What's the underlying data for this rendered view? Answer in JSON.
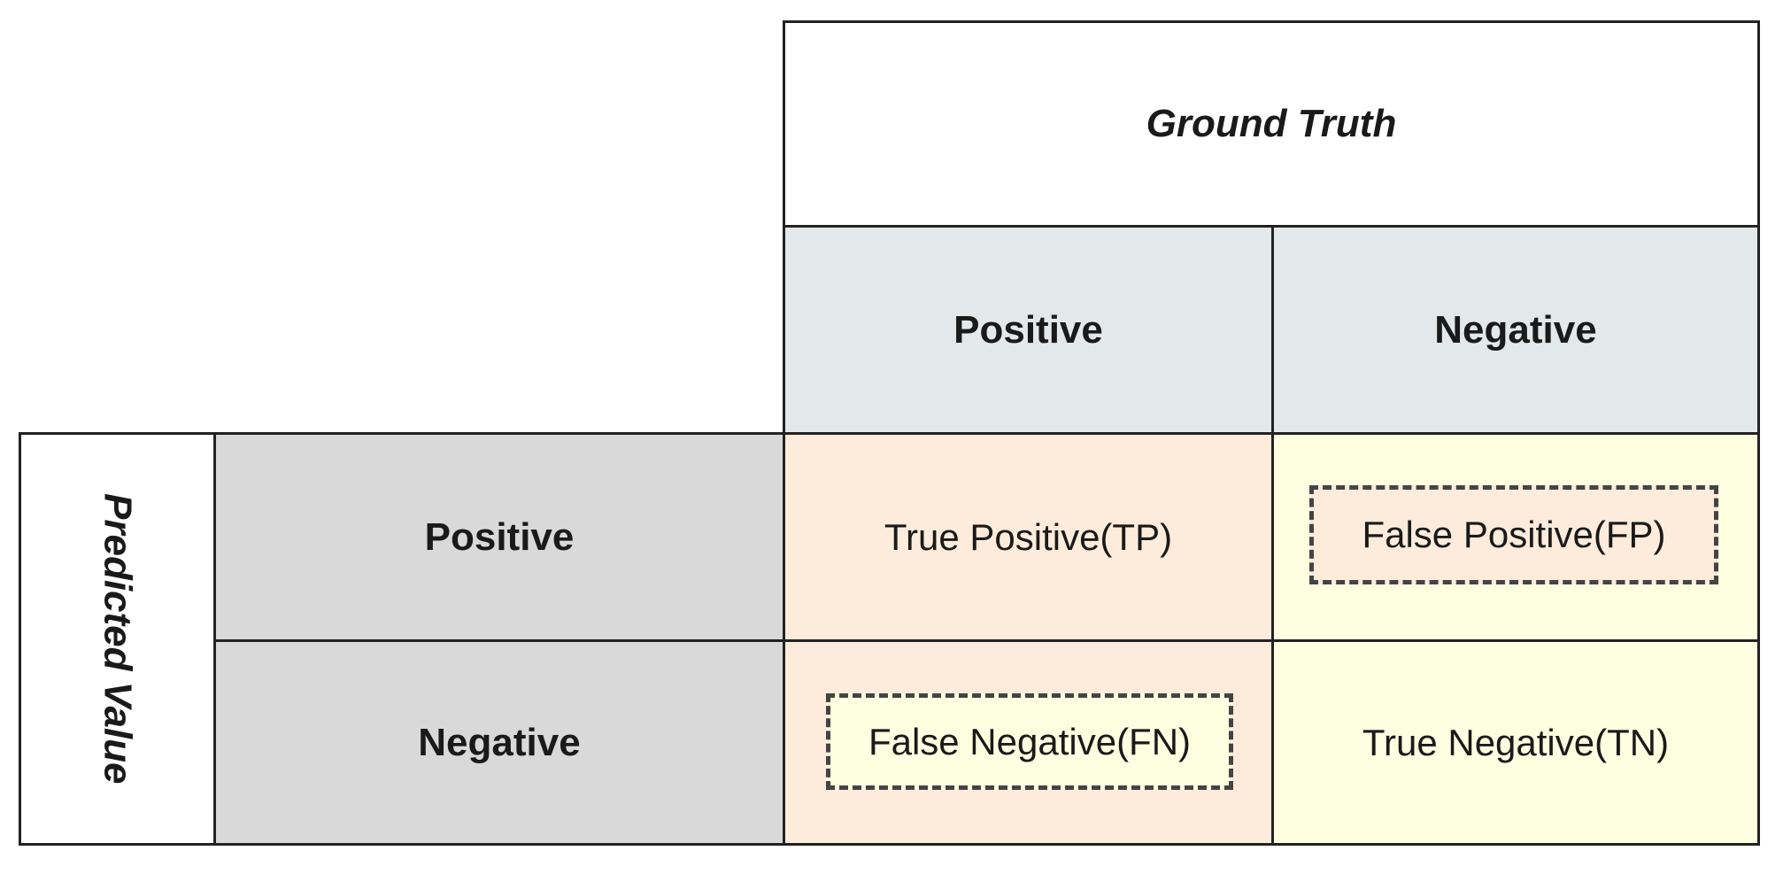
{
  "ground_truth": {
    "label": "Ground Truth",
    "columns": [
      "Positive",
      "Negative"
    ]
  },
  "predicted": {
    "label": "Predicted Value",
    "rows": [
      "Positive",
      "Negative"
    ]
  },
  "cells": {
    "tp": "True Positive(TP)",
    "fp": "False Positive(FP)",
    "fn": "False Negative(FN)",
    "tn": "True Negative(TN)"
  },
  "colors": {
    "header_column": "#e3e8eb",
    "header_row": "#d9d9d9",
    "positive_column": "#fdecdb",
    "negative_column": "#fefee0",
    "border": "#222222"
  }
}
